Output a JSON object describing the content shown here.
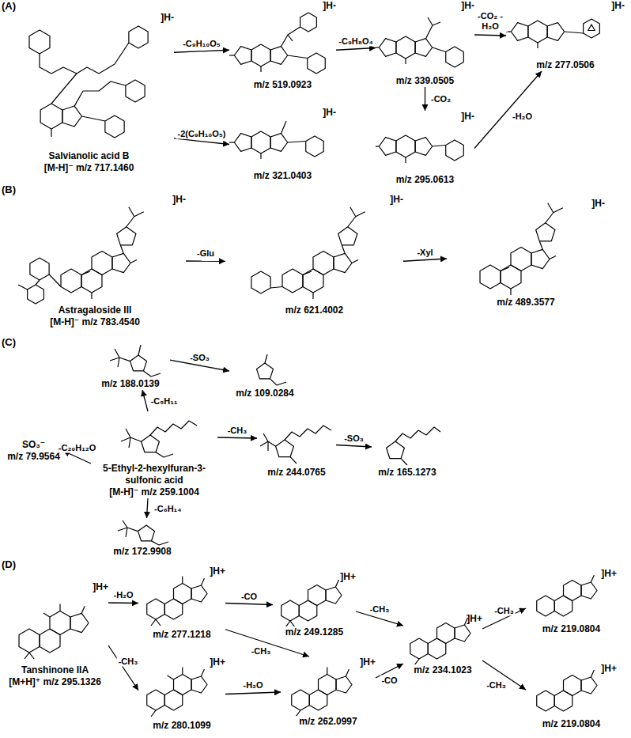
{
  "diagram": {
    "nodes": [
      {
        "text": [
          "]H-",
          "Salvianolic acid B",
          "[M-H]⁻ m/z 717.1460"
        ]
      },
      {
        "text": [
          "]H-",
          "m/z 519.0923"
        ]
      },
      {
        "text": [
          "]H-",
          "m/z 321.0403"
        ]
      },
      {
        "text": [
          "]H-",
          "m/z 339.0505"
        ]
      },
      {
        "text": [
          "]H-",
          "m/z 295.0613"
        ]
      },
      {
        "text": [
          "]H-",
          "m/z 277.0506"
        ]
      },
      {
        "text": [
          "]H-",
          "Astragaloside III",
          "[M-H]⁻ m/z 783.4540"
        ]
      },
      {
        "text": [
          "]H-",
          "m/z 621.4002"
        ]
      },
      {
        "text": [
          "]H-",
          "m/z 489.3577"
        ]
      },
      {
        "text": [
          "m/z 188.0139"
        ]
      },
      {
        "text": [
          "m/z 109.0284"
        ]
      },
      {
        "text": [
          "SO₃⁻",
          "m/z 79.9564"
        ]
      },
      {
        "text": [
          "5-Ethyl-2-hexylfuran-3-sulfonic acid",
          "[M-H]⁻ m/z 259.1004"
        ]
      },
      {
        "text": [
          "m/z 244.0765"
        ]
      },
      {
        "text": [
          "m/z 165.1273"
        ]
      },
      {
        "text": [
          "m/z 172.9908"
        ]
      },
      {
        "text": [
          "]H+",
          "Tanshinone IIA",
          "[M+H]⁺ m/z 295.1326"
        ]
      },
      {
        "text": [
          "]H+",
          "m/z 277.1218"
        ]
      },
      {
        "text": [
          "]H+",
          "m/z 249.1285"
        ]
      },
      {
        "text": [
          "]H+",
          "m/z 280.1099"
        ]
      },
      {
        "text": [
          "]H+",
          "m/z 262.0997"
        ]
      },
      {
        "text": [
          "]H+",
          "m/z 234.1023"
        ]
      },
      {
        "text": [
          "]H+",
          "m/z 219.0804"
        ]
      },
      {
        "text": [
          "]H+",
          "m/z 219.0804"
        ]
      }
    ],
    "edges": [
      {
        "from": 0,
        "to": 1,
        "arrow": "to",
        "label": "-C₉H₁₀O₅"
      },
      {
        "from": 0,
        "to": 2,
        "arrow": "to",
        "label": "-2(C₉H₁₀O₅)"
      },
      {
        "from": 1,
        "to": 3,
        "arrow": "to",
        "label": "-C₉H₈O₄"
      },
      {
        "from": 3,
        "to": 5,
        "arrow": "to",
        "label": "-CO₂ -H₂O"
      },
      {
        "from": 3,
        "to": 4,
        "arrow": "to",
        "label": "-CO₂"
      },
      {
        "from": 4,
        "to": 5,
        "arrow": "to",
        "label": "-H₂O"
      },
      {
        "from": 6,
        "to": 7,
        "arrow": "to",
        "label": "-Glu"
      },
      {
        "from": 7,
        "to": 8,
        "arrow": "to",
        "label": "-Xyl"
      },
      {
        "from": 12,
        "to": 9,
        "arrow": "to",
        "label": "-C₅H₁₁"
      },
      {
        "from": 9,
        "to": 10,
        "arrow": "to",
        "label": "-SO₃"
      },
      {
        "from": 12,
        "to": 11,
        "arrow": "to",
        "label": "-C₂₀H₁₂O"
      },
      {
        "from": 12,
        "to": 13,
        "arrow": "to",
        "label": "-CH₃"
      },
      {
        "from": 13,
        "to": 14,
        "arrow": "to",
        "label": "-SO₃"
      },
      {
        "from": 12,
        "to": 15,
        "arrow": "to",
        "label": "-C₆H₁₄"
      },
      {
        "from": 16,
        "to": 17,
        "arrow": "to",
        "label": "-H₂O"
      },
      {
        "from": 16,
        "to": 19,
        "arrow": "to",
        "label": "-CH₃"
      },
      {
        "from": 17,
        "to": 18,
        "arrow": "to",
        "label": "-CO"
      },
      {
        "from": 17,
        "to": 20,
        "arrow": "to",
        "label": "-CH₃"
      },
      {
        "from": 19,
        "to": 20,
        "arrow": "to",
        "label": "-H₂O"
      },
      {
        "from": 18,
        "to": 21,
        "arrow": "to",
        "label": "-CH₃"
      },
      {
        "from": 20,
        "to": 21,
        "arrow": "to",
        "label": "-CO"
      },
      {
        "from": 21,
        "to": 22,
        "arrow": "to",
        "label": "-CH₃"
      },
      {
        "from": 21,
        "to": 23,
        "arrow": "to",
        "label": "-CH₃"
      }
    ],
    "labels": [
      "(A)",
      "(B)",
      "(C)",
      "(D)"
    ]
  }
}
